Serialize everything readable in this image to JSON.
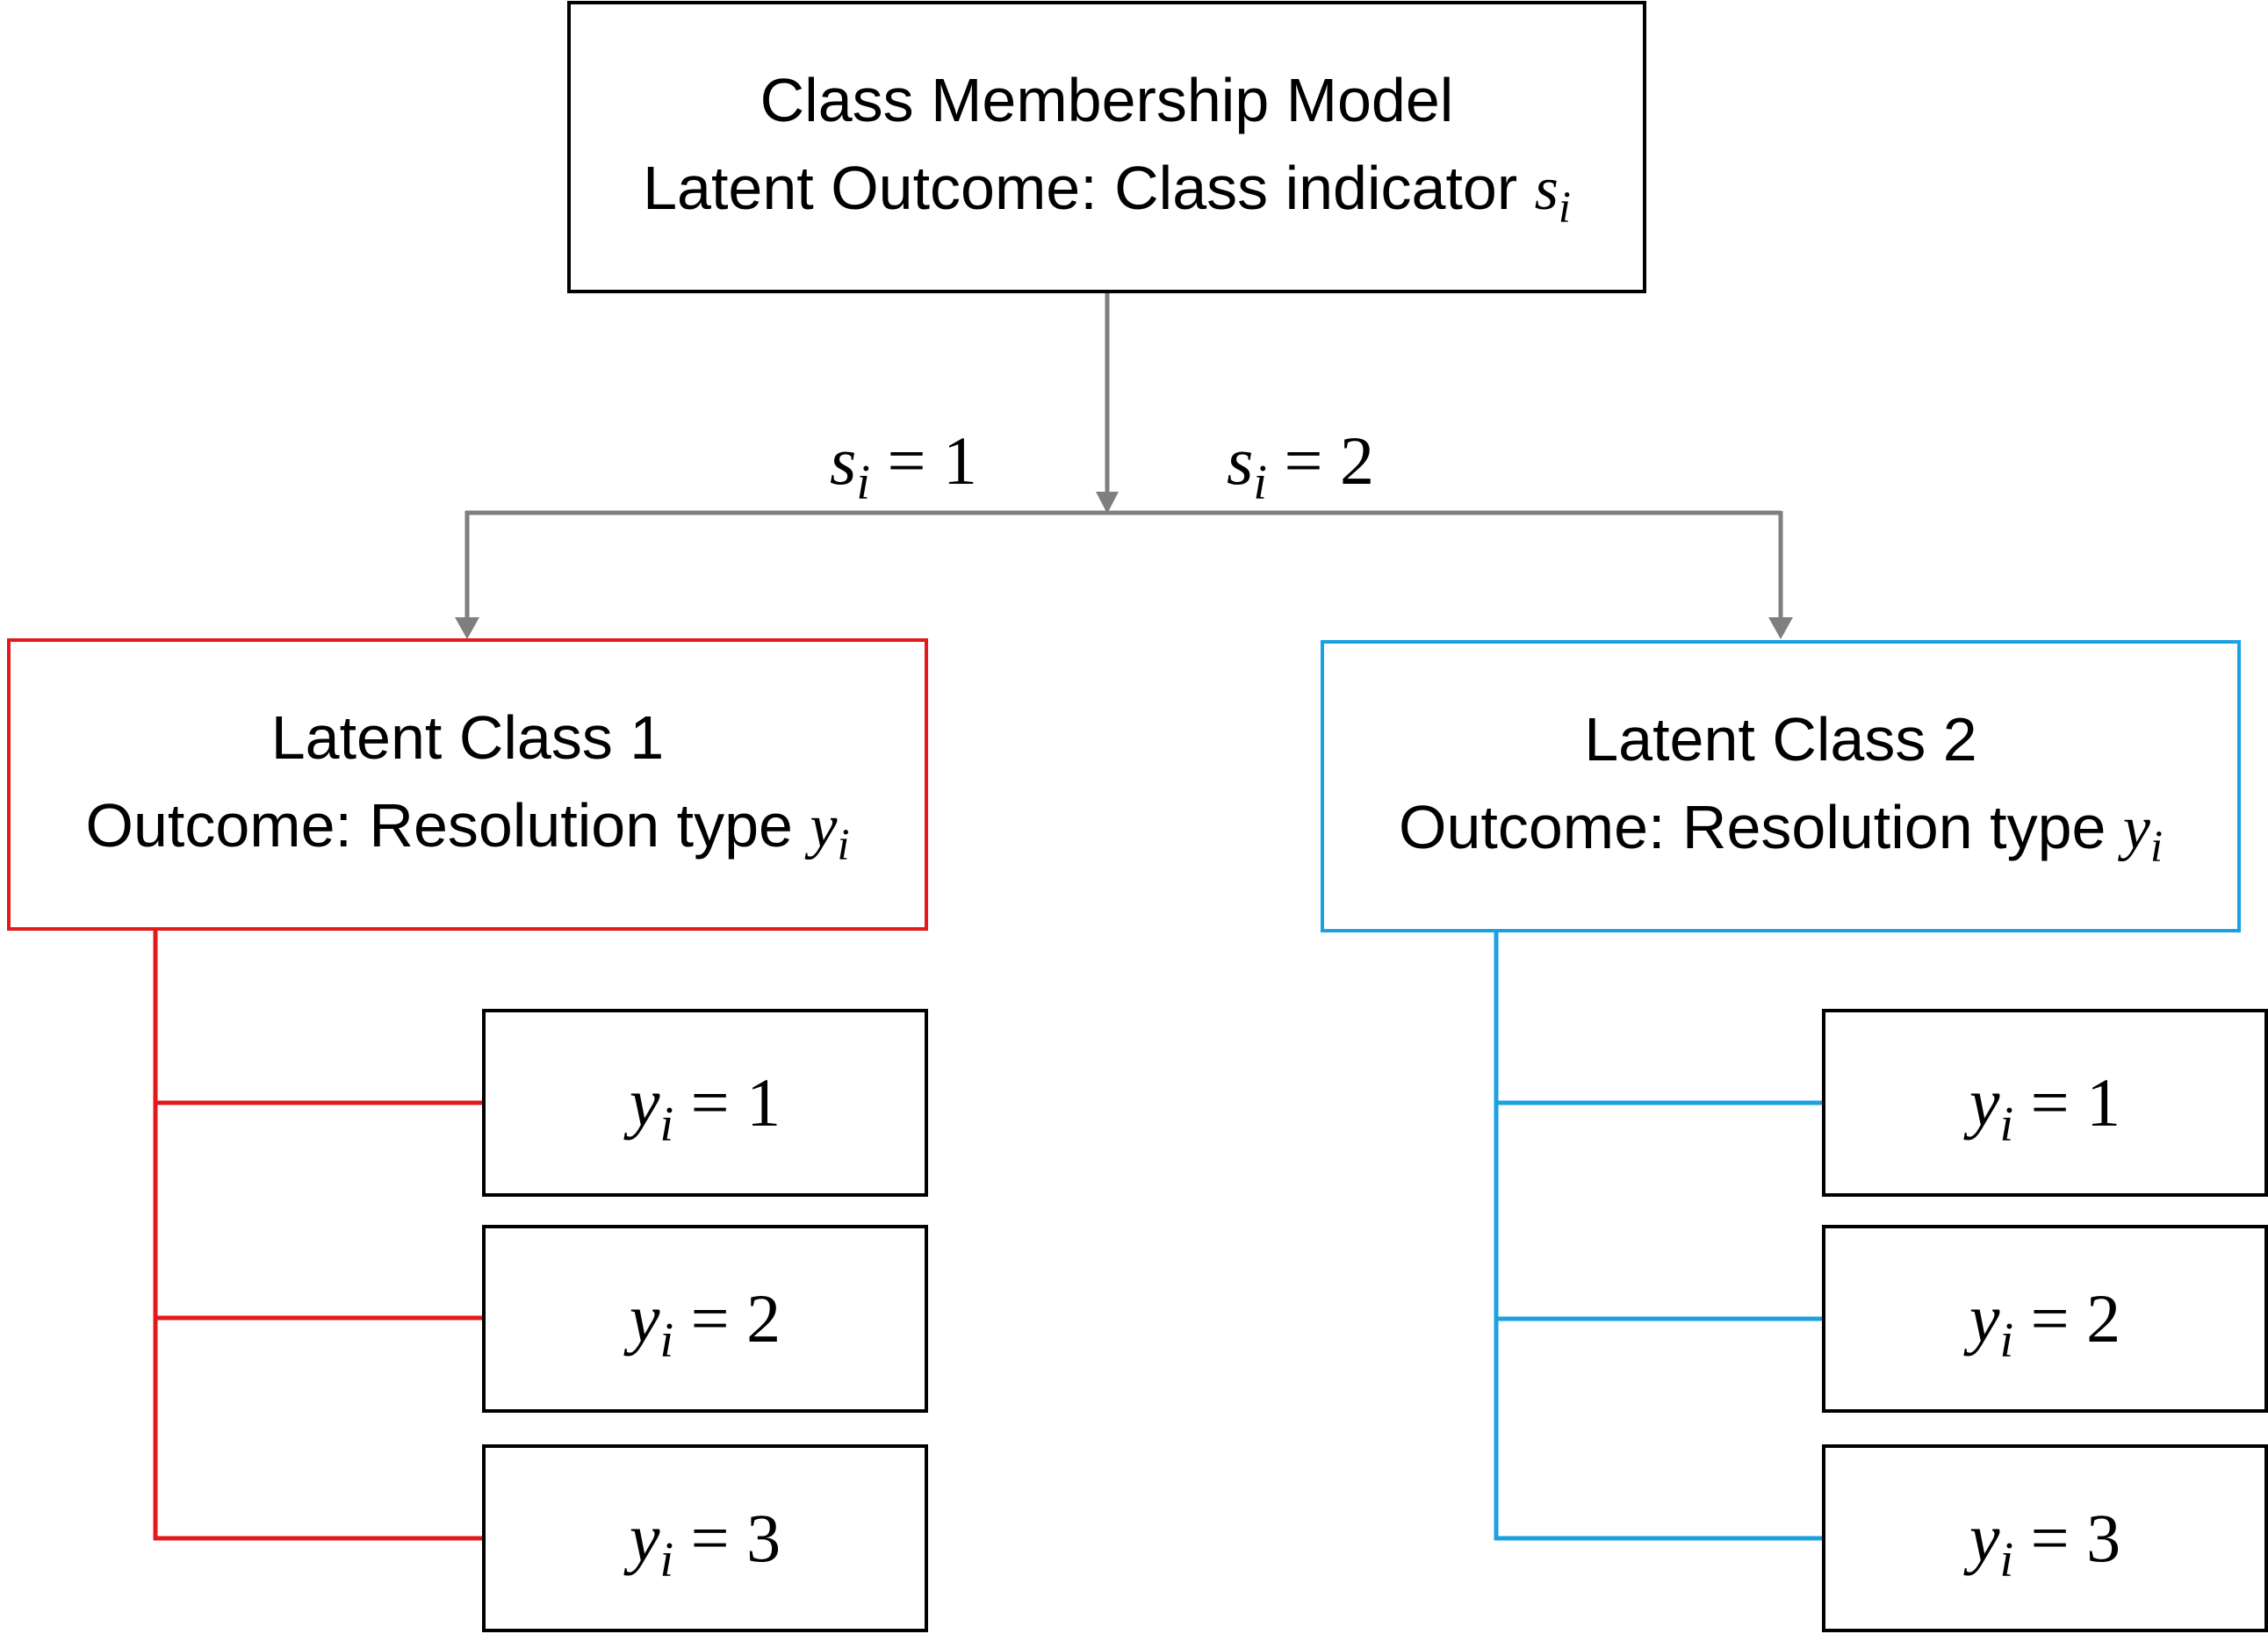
{
  "top_box": {
    "line1": "Class Membership Model",
    "line2": "Latent Outcome: Class indicator",
    "symbol": "s",
    "subscript": "i"
  },
  "branches": {
    "left": {
      "symbol": "s",
      "subscript": "i",
      "relation": "= 1"
    },
    "right": {
      "symbol": "s",
      "subscript": "i",
      "relation": "= 2"
    }
  },
  "classes": [
    {
      "title": "Latent Class 1",
      "outcome": "Outcome: Resolution type",
      "symbol": "y",
      "subscript": "i",
      "color": "#e31a1c",
      "options": [
        {
          "symbol": "y",
          "subscript": "i",
          "relation": "= 1"
        },
        {
          "symbol": "y",
          "subscript": "i",
          "relation": "= 2"
        },
        {
          "symbol": "y",
          "subscript": "i",
          "relation": "= 3"
        }
      ]
    },
    {
      "title": "Latent Class 2",
      "outcome": "Outcome: Resolution type",
      "symbol": "y",
      "subscript": "i",
      "color": "#1ba1e2",
      "options": [
        {
          "symbol": "y",
          "subscript": "i",
          "relation": "= 1"
        },
        {
          "symbol": "y",
          "subscript": "i",
          "relation": "= 2"
        },
        {
          "symbol": "y",
          "subscript": "i",
          "relation": "= 3"
        }
      ]
    }
  ],
  "colors": {
    "connector_gray": "#7f7f7f",
    "class1_red": "#e31a1c",
    "class2_blue": "#1ba1e2",
    "box_black": "#000000"
  }
}
